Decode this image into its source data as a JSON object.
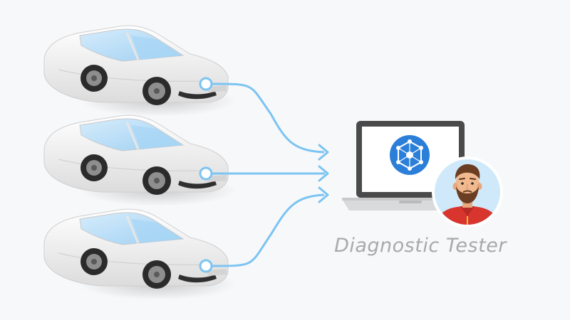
{
  "caption": {
    "text": "Diagnostic Tester"
  },
  "colors": {
    "background": "#f7f8fa",
    "connector": "#7cc4f2",
    "connector_dark": "#5ab3ee",
    "car_body": "#ececec",
    "car_window": "#b8dcf7",
    "laptop_body": "#4a4a4a",
    "laptop_base": "#d9dadc",
    "app_icon": "#2b7fd9",
    "avatar_bg": "#cfe9fb",
    "avatar_shirt": "#d8352f",
    "caption_text": "#a9a9a9"
  },
  "icons": {
    "car": "sedan-car-icon",
    "laptop": "laptop-icon",
    "app": "network-hexagon-icon",
    "person": "technician-avatar-icon"
  },
  "cars": [
    {
      "name": "car-top"
    },
    {
      "name": "car-middle"
    },
    {
      "name": "car-bottom"
    }
  ]
}
